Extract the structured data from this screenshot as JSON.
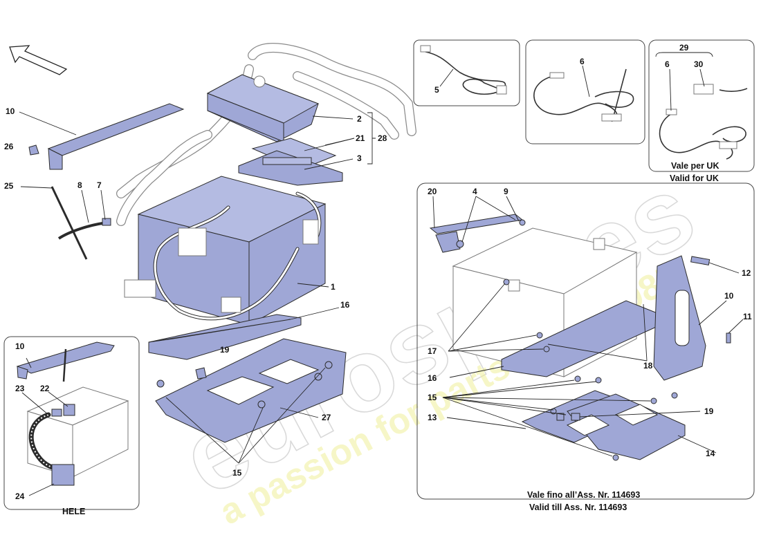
{
  "callouts": {
    "c1": "1",
    "c2": "2",
    "c3": "3",
    "c4": "4",
    "c5": "5",
    "c6a": "6",
    "c6b": "6",
    "c7": "7",
    "c8": "8",
    "c9": "9",
    "c10a": "10",
    "c10b": "10",
    "c10c": "10",
    "c11": "11",
    "c12": "12",
    "c13": "13",
    "c14": "14",
    "c15a": "15",
    "c15b": "15",
    "c16a": "16",
    "c16b": "16",
    "c17": "17",
    "c18": "18",
    "c19a": "19",
    "c19b": "19",
    "c20": "20",
    "c21": "21",
    "c22": "22",
    "c23": "23",
    "c24": "24",
    "c25": "25",
    "c26": "26",
    "c27": "27",
    "c28": "28",
    "c29": "29",
    "c30": "30"
  },
  "captions": {
    "uk_line1": "Vale per UK",
    "uk_line2": "Valid for UK",
    "ass_line1": "Vale fino all’Ass. Nr. 114693",
    "ass_line2": "Valid till Ass. Nr. 114693",
    "hele": "HELE"
  },
  "watermark": {
    "brand": "eurospares",
    "tagline": "a passion for parts since 1985"
  },
  "colors": {
    "part_fill": "#9fa7d6",
    "line": "#2b2b2b",
    "watermark_tagline": "#f0f09a"
  }
}
